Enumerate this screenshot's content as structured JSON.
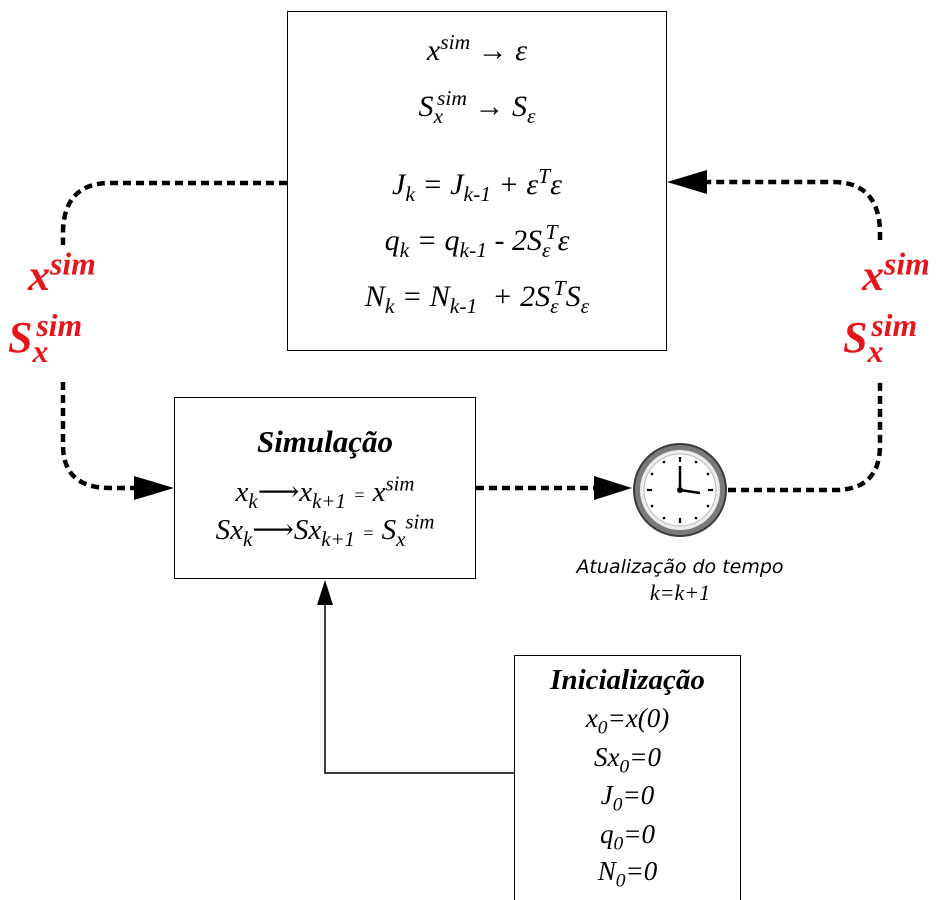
{
  "top_box": {
    "eq1": {
      "lhs": "x",
      "sup": "sim",
      "rhs": "ε"
    },
    "eq2": {
      "lhs": "S",
      "sub": "x",
      "sup": "sim",
      "rhs": "S",
      "rhs_sub": "ε"
    },
    "eq3": {
      "a": "J",
      "a_sub": "k",
      "b": "J",
      "b_sub": "k-1",
      "c": "ε",
      "c_sup": "T",
      "d": "ε"
    },
    "eq4": {
      "a": "q",
      "a_sub": "k",
      "b": "q",
      "b_sub": "k-1",
      "c": "2S",
      "c_sub": "ε",
      "c_sup": "T",
      "d": "ε"
    },
    "eq5": {
      "a": "N",
      "a_sub": "k",
      "b": "N",
      "b_sub": "k-1",
      "c": "2S",
      "c_sub": "ε",
      "c_sup": "T",
      "d": "S",
      "d_sub": "ε"
    }
  },
  "sim_box": {
    "title": "Simulação",
    "line1": {
      "x": "x",
      "k": "k",
      "x2": "x",
      "k1": "k+1",
      "eq": "=",
      "xs": "x",
      "sim": "sim"
    },
    "line2": {
      "s": "Sx",
      "k": "k",
      "s2": "Sx",
      "k1": "k+1",
      "eq": "=",
      "S": "S",
      "sub": "x",
      "sim": "sim"
    }
  },
  "init_box": {
    "title": "Inicialização",
    "lines": [
      {
        "a": "x",
        "sub": "0",
        "b": "=x(0)"
      },
      {
        "a": "Sx",
        "sub": "0",
        "b": "=0"
      },
      {
        "a": "J",
        "sub": "0",
        "b": "=0"
      },
      {
        "a": "q",
        "sub": "0",
        "b": "=0"
      },
      {
        "a": "N",
        "sub": "0",
        "b": "=0"
      }
    ]
  },
  "left_label": {
    "x": "x",
    "x_sup": "sim",
    "s": "S",
    "s_sub": "x",
    "s_sup": "sim"
  },
  "right_label": {
    "x": "x",
    "x_sup": "sim",
    "s": "S",
    "s_sub": "x",
    "s_sup": "sim"
  },
  "clock": {
    "icon": "clock-icon"
  },
  "time_caption": {
    "line1": "Atualização do tempo",
    "line2": "k=k+1"
  },
  "colors": {
    "label": "#e8141b",
    "line": "#000000"
  }
}
